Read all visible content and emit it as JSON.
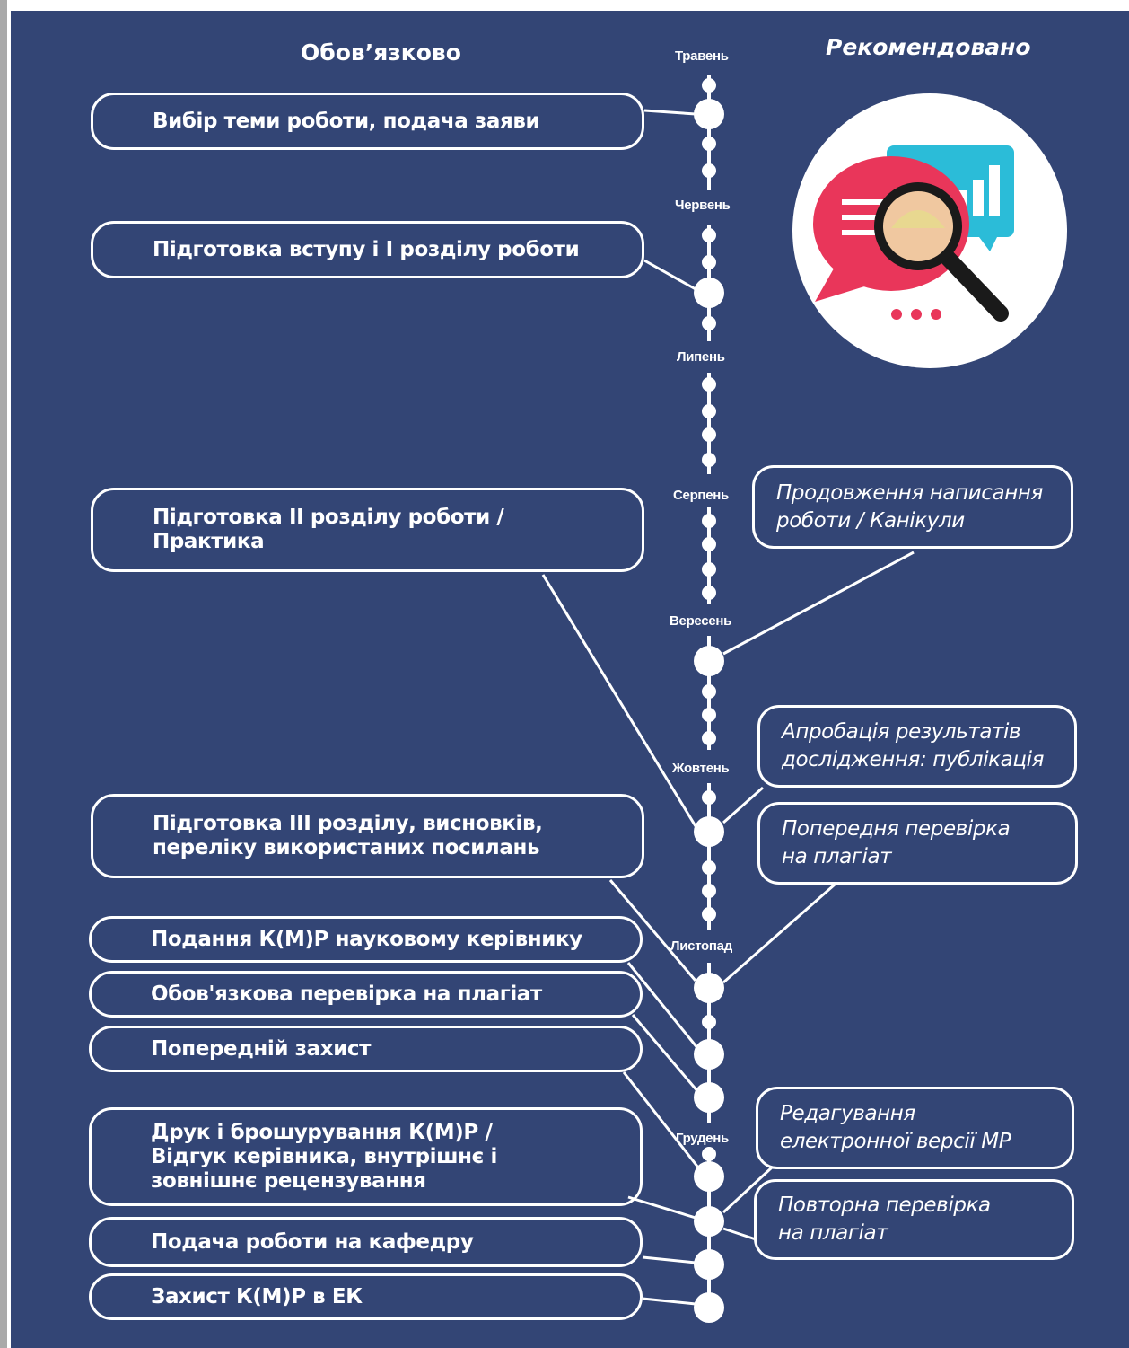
{
  "headers": {
    "mandatory": "Обов’язково",
    "recommended": "Рекомендовано"
  },
  "months": [
    "Травень",
    "Червень",
    "Липень",
    "Серпень",
    "Вересень",
    "Жовтень",
    "Листопад",
    "Грудень"
  ],
  "mandatory_steps": [
    {
      "lines": [
        "Вибір теми роботи, подача заяви"
      ]
    },
    {
      "lines": [
        "Підготовка вступу і І розділу роботи"
      ]
    },
    {
      "lines": [
        "Підготовка ІІ розділу роботи /",
        "Практика"
      ]
    },
    {
      "lines": [
        "Підготовка ІІІ розділу, висновків,",
        "переліку використаних посилань"
      ]
    },
    {
      "lines": [
        "Подання К(М)Р науковому керівнику"
      ]
    },
    {
      "lines": [
        "Обов'язкова перевірка на плагіат"
      ]
    },
    {
      "lines": [
        "Попередній захист"
      ]
    },
    {
      "lines": [
        "Друк і брошурування К(М)Р /",
        "Відгук керівника, внутрішнє і",
        "зовнішнє рецензування"
      ]
    },
    {
      "lines": [
        "Подача роботи на кафедру"
      ]
    },
    {
      "lines": [
        "Захист К(М)Р  в ЕК"
      ]
    }
  ],
  "recommended_steps": [
    {
      "lines": [
        "Продовження написання",
        "роботи / Канікули"
      ]
    },
    {
      "lines": [
        "Апробація результатів",
        "дослідження: публікація"
      ]
    },
    {
      "lines": [
        "Попередня перевірка",
        "на плагіат"
      ]
    },
    {
      "lines": [
        "Редагування",
        "електронної версії МР"
      ]
    },
    {
      "lines": [
        "Повторна перевірка",
        "на плагіат"
      ]
    }
  ],
  "illustration": {
    "name": "chat-analytics-magnifier",
    "colors": {
      "bubble_red": "#e9365a",
      "bubble_cyan": "#2bbcd8",
      "handle": "#1a1a1a",
      "dots": "#e9365a"
    }
  },
  "colors": {
    "background": "#334575",
    "foreground": "#ffffff"
  }
}
